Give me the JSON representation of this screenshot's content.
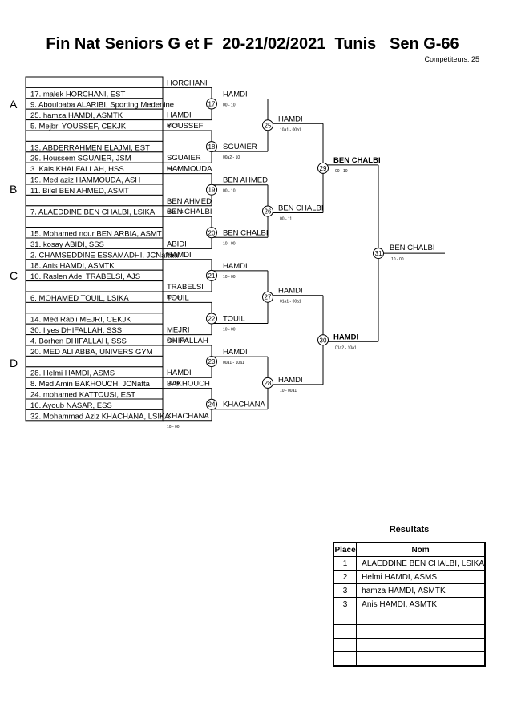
{
  "header": {
    "title": "Fin Nat Seniors G et F  20-21/02/2021  Tunis   Sen G-66",
    "competitors": "Compétiteurs: 25"
  },
  "pools": [
    "A",
    "B",
    "C",
    "D"
  ],
  "entrants": [
    "",
    "17. malek HORCHANI, EST",
    "9. Aboulbaba ALARIBI, Sporting Medenine",
    "25. hamza HAMDI, ASMTK",
    "5. Mejbri YOUSSEF, CEKJK",
    "",
    "13. ABDERRAHMEN ELAJMI, EST",
    "29. Houssem SGUAIER, JSM",
    "3. Kais KHALFALLAH, HSS",
    "19. Med aziz HAMMOUDA, ASH",
    "11. Bilel BEN AHMED, ASMT",
    "",
    "7. ALAEDDINE BEN CHALBI, LSIKA",
    "",
    "15. Mohamed nour BEN ARBIA, ASMT",
    "31. kosay ABIDI, SSS",
    "2. CHAMSEDDINE ESSAMADHI, JCNaftaa",
    "18. Anis HAMDI, ASMTK",
    "10. Raslen Adel TRABELSI, AJS",
    "",
    "6. MOHAMED TOUIL, LSIKA",
    "",
    "14. Med Rabii MEJRI, CEKJK",
    "30. Ilyes DHIFALLAH, SSS",
    "4. Borhen DHIFALLAH, SSS",
    "20. MED ALI ABBA, UNIVERS GYM",
    "",
    "28. Helmi HAMDI, ASMS",
    "8. Med Amin BAKHOUCH, JCNafta",
    "24. mohamed KATTOUSI, EST",
    "16. Ayoub NASAR, ESS",
    "32. Mohammad Aziz KHACHANA, LSIKA"
  ],
  "round1": [
    {
      "winner": "HORCHANI",
      "score": ""
    },
    {
      "winner": "HAMDI",
      "score": "00 - 10"
    },
    {
      "winner": "YOUSSEF",
      "score": ""
    },
    {
      "winner": "SGUAIER",
      "score": "00 - 10"
    },
    {
      "winner": "HAMMOUDA",
      "score": ""
    },
    {
      "winner": "BEN AHMED",
      "score": "00a1 - 11"
    },
    {
      "winner": "BEN CHALBI",
      "score": ""
    },
    {
      "winner": "ABIDI",
      "score": "00 - 01"
    },
    {
      "winner": "HAMDI",
      "score": ""
    },
    {
      "winner": "TRABELSI",
      "score": "00 - 10"
    },
    {
      "winner": "TOUIL",
      "score": ""
    },
    {
      "winner": "MEJRI",
      "score": "01a1 - 00a1"
    },
    {
      "winner": "DHIFALLAH",
      "score": ""
    },
    {
      "winner": "HAMDI",
      "score": "10 - 00"
    },
    {
      "winner": "BAKHOUCH",
      "score": ""
    },
    {
      "winner": "KHACHANA",
      "score": "10 - 00"
    }
  ],
  "round2": [
    {
      "match": "17",
      "winner": "HAMDI",
      "score": "00 - 10"
    },
    {
      "match": "18",
      "winner": "SGUAIER",
      "score": "00a2 - 10"
    },
    {
      "match": "19",
      "winner": "BEN AHMED",
      "score": "00 - 10"
    },
    {
      "match": "20",
      "winner": "BEN CHALBI",
      "score": "10 - 00"
    },
    {
      "match": "21",
      "winner": "HAMDI",
      "score": "10 - 00"
    },
    {
      "match": "22",
      "winner": "TOUIL",
      "score": "10 - 00"
    },
    {
      "match": "23",
      "winner": "HAMDI",
      "score": "00a1 - 10a1"
    },
    {
      "match": "24",
      "winner": "KHACHANA",
      "score": ""
    }
  ],
  "round3": [
    {
      "match": "25",
      "winner": "HAMDI",
      "score": "10a1 - 00a1"
    },
    {
      "match": "26",
      "winner": "BEN CHALBI",
      "score": "00 - 11"
    },
    {
      "match": "27",
      "winner": "HAMDI",
      "score": "01a1 - 00a1"
    },
    {
      "match": "28",
      "winner": "HAMDI",
      "score": "10 - 00a1"
    }
  ],
  "round4": [
    {
      "match": "29",
      "winner": "BEN CHALBI",
      "score": "00 - 10"
    },
    {
      "match": "30",
      "winner": "HAMDI",
      "score": "01a2 - 10a1"
    }
  ],
  "final": {
    "match": "31",
    "winner": "BEN CHALBI",
    "score": "10 - 00"
  },
  "results": {
    "title": "Résultats",
    "headers": {
      "place": "Place",
      "name": "Nom"
    },
    "rows": [
      {
        "place": "1",
        "name": "ALAEDDINE BEN CHALBI, LSIKA"
      },
      {
        "place": "2",
        "name": "Helmi HAMDI, ASMS"
      },
      {
        "place": "3",
        "name": "hamza HAMDI, ASMTK"
      },
      {
        "place": "3",
        "name": "Anis HAMDI, ASMTK"
      },
      {
        "place": "",
        "name": ""
      },
      {
        "place": "",
        "name": ""
      },
      {
        "place": "",
        "name": ""
      },
      {
        "place": "",
        "name": ""
      }
    ]
  }
}
